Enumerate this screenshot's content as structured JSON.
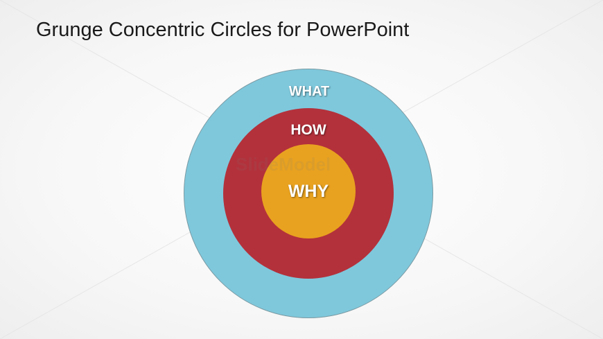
{
  "slide": {
    "title": "Grunge Concentric Circles for PowerPoint",
    "watermark": "SlideModel"
  },
  "diagram": {
    "rings": [
      {
        "label": "WHAT",
        "color": "#7fc8dc"
      },
      {
        "label": "HOW",
        "color": "#b3313b"
      },
      {
        "label": "WHY",
        "color": "#e9a21f"
      }
    ]
  }
}
